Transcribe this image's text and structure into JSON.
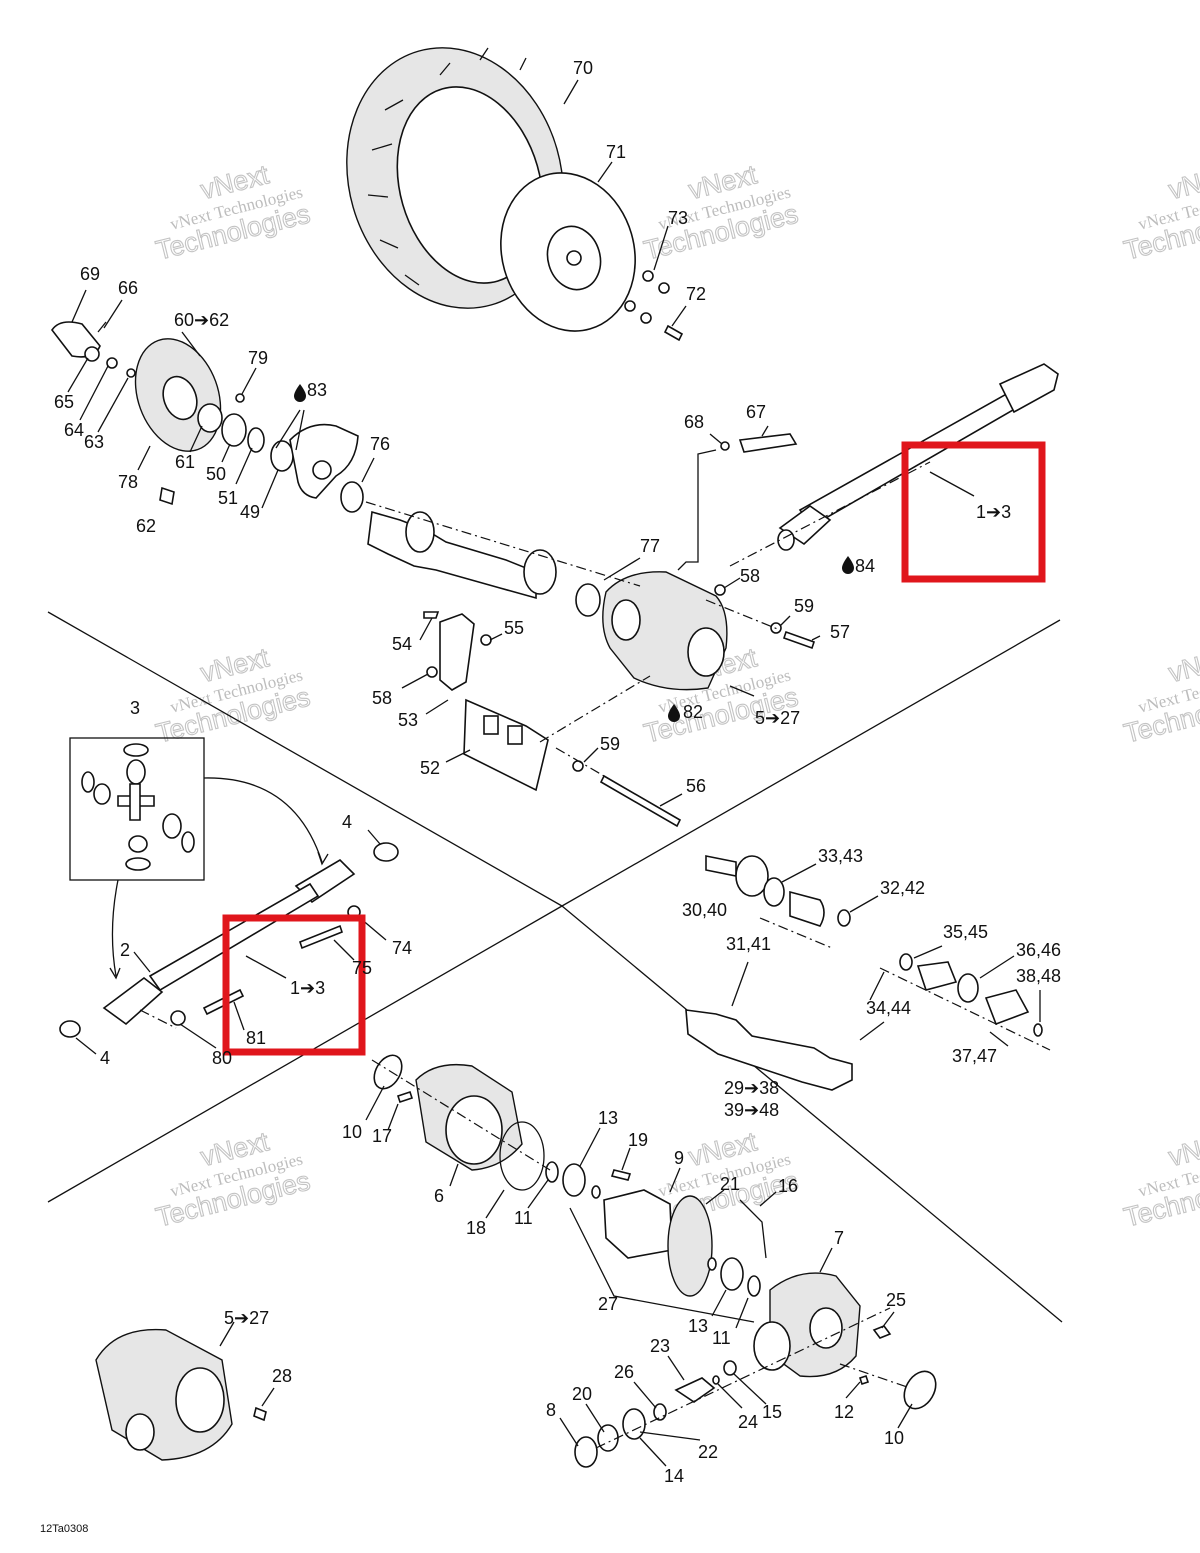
{
  "diagram": {
    "code": "12Ta0308",
    "watermark": {
      "line1": "vNext",
      "line2": "vNext Technologies",
      "line3": "Technologies"
    },
    "labels": {
      "l70": "70",
      "l71": "71",
      "l73": "73",
      "l72": "72",
      "l69": "69",
      "l66": "66",
      "l60_62": "60➔62",
      "l79": "79",
      "l83": "83",
      "l65": "65",
      "l64": "64",
      "l63": "63",
      "l78": "78",
      "l61": "61",
      "l50": "50",
      "l51": "51",
      "l49": "49",
      "l76": "76",
      "l62": "62",
      "l68": "68",
      "l67": "67",
      "l77": "77",
      "l1_3a": "1➔3",
      "l84": "84",
      "l58a": "58",
      "l59a": "59",
      "l57": "57",
      "l54": "54",
      "l55": "55",
      "l58b": "58",
      "l53": "53",
      "l82": "82",
      "l5_27a": "5➔27",
      "l52": "52",
      "l59b": "59",
      "l56": "56",
      "l3": "3",
      "l4a": "4",
      "l2": "2",
      "l74": "74",
      "l75": "75",
      "l1_3b": "1➔3",
      "l81": "81",
      "l4b": "4",
      "l80": "80",
      "l33_43": "33,43",
      "l32_42": "32,42",
      "l30_40": "30,40",
      "l31_41": "31,41",
      "l35_45": "35,45",
      "l36_46": "36,46",
      "l38_48": "38,48",
      "l34_44": "34,44",
      "l37_47": "37,47",
      "l29_38": "29➔38",
      "l39_48": "39➔48",
      "l10a": "10",
      "l17": "17",
      "l13a": "13",
      "l19": "19",
      "l9": "9",
      "l21": "21",
      "l16": "16",
      "l6": "6",
      "l18": "18",
      "l11a": "11",
      "l7": "7",
      "l27": "27",
      "l13b": "13",
      "l11b": "11",
      "l25": "25",
      "l5_27b": "5➔27",
      "l28": "28",
      "l23": "23",
      "l26": "26",
      "l20": "20",
      "l8": "8",
      "l22": "22",
      "l24": "24",
      "l15": "15",
      "l12": "12",
      "l10b": "10",
      "l14": "14"
    },
    "colors": {
      "highlight": "#e0161c",
      "ink": "#111111",
      "watermark": "#c4c4c4"
    }
  }
}
